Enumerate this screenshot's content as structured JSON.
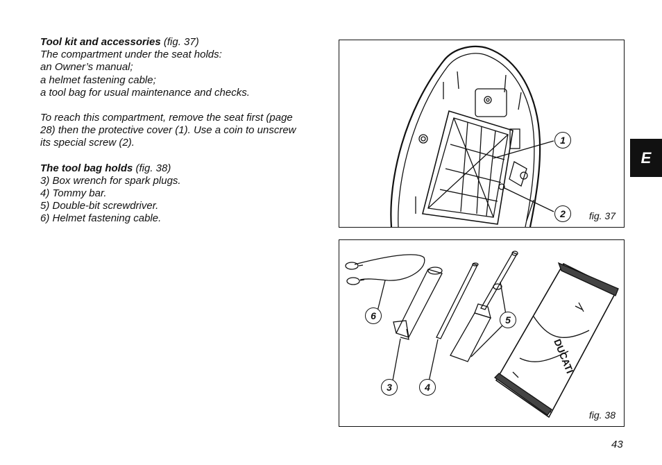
{
  "section1": {
    "heading": "Tool kit and accessories",
    "fig_ref": "(fig. 37)",
    "lines": [
      "The compartment under the seat holds:",
      "an Owner’s manual;",
      "a helmet fastening cable;",
      "a tool bag for usual maintenance and checks."
    ]
  },
  "section2": {
    "lines": [
      "To reach this compartment, remove the seat first (page",
      "28) then the protective cover (1). Use a coin to unscrew",
      "its special screw (2)."
    ]
  },
  "section3": {
    "heading": "The tool bag holds",
    "fig_ref": "(fig. 38)",
    "lines": [
      "3) Box wrench for spark plugs.",
      "4) Tommy bar.",
      "5) Double-bit screwdriver.",
      "6) Helmet fastening cable."
    ]
  },
  "figure37": {
    "label": "fig. 37",
    "callouts": [
      "1",
      "2"
    ]
  },
  "figure38": {
    "label": "fig. 38",
    "callouts": [
      "6",
      "5",
      "3",
      "4"
    ],
    "bag_brand": "DUCATI"
  },
  "side_tab": "E",
  "page_number": "43"
}
